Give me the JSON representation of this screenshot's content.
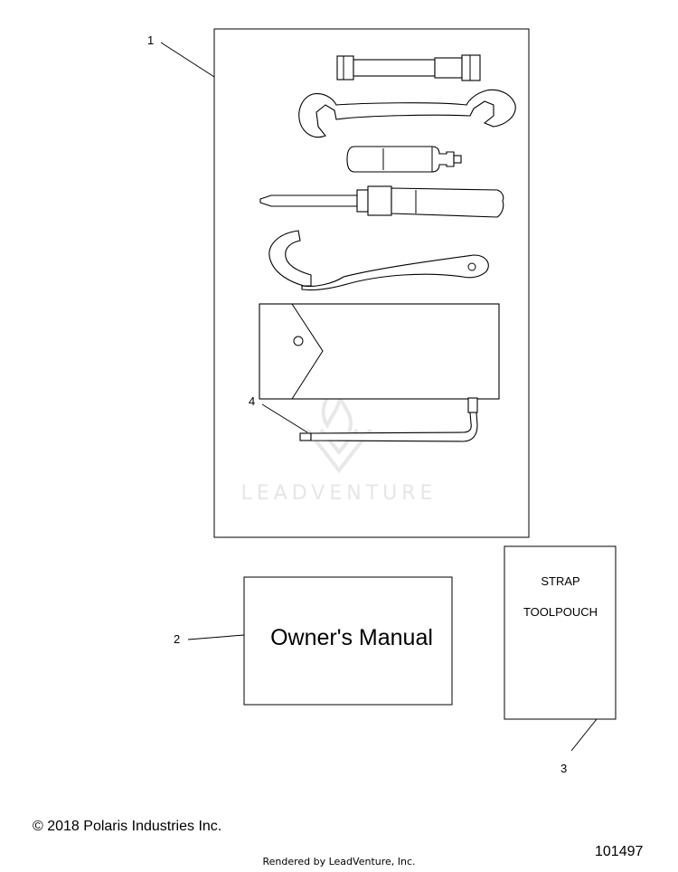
{
  "callouts": {
    "c1": "1",
    "c2": "2",
    "c3": "3",
    "c4": "4"
  },
  "manual_box": {
    "label": "Owner's Manual"
  },
  "strap_box": {
    "line1": "STRAP",
    "line2": "TOOLPOUCH"
  },
  "watermark": {
    "text": "LEADVENTURE"
  },
  "footer": {
    "copyright": "© 2018 Polaris Industries Inc.",
    "rendered_by": "Rendered by LeadVenture, Inc.",
    "diagram_number": "101497"
  }
}
